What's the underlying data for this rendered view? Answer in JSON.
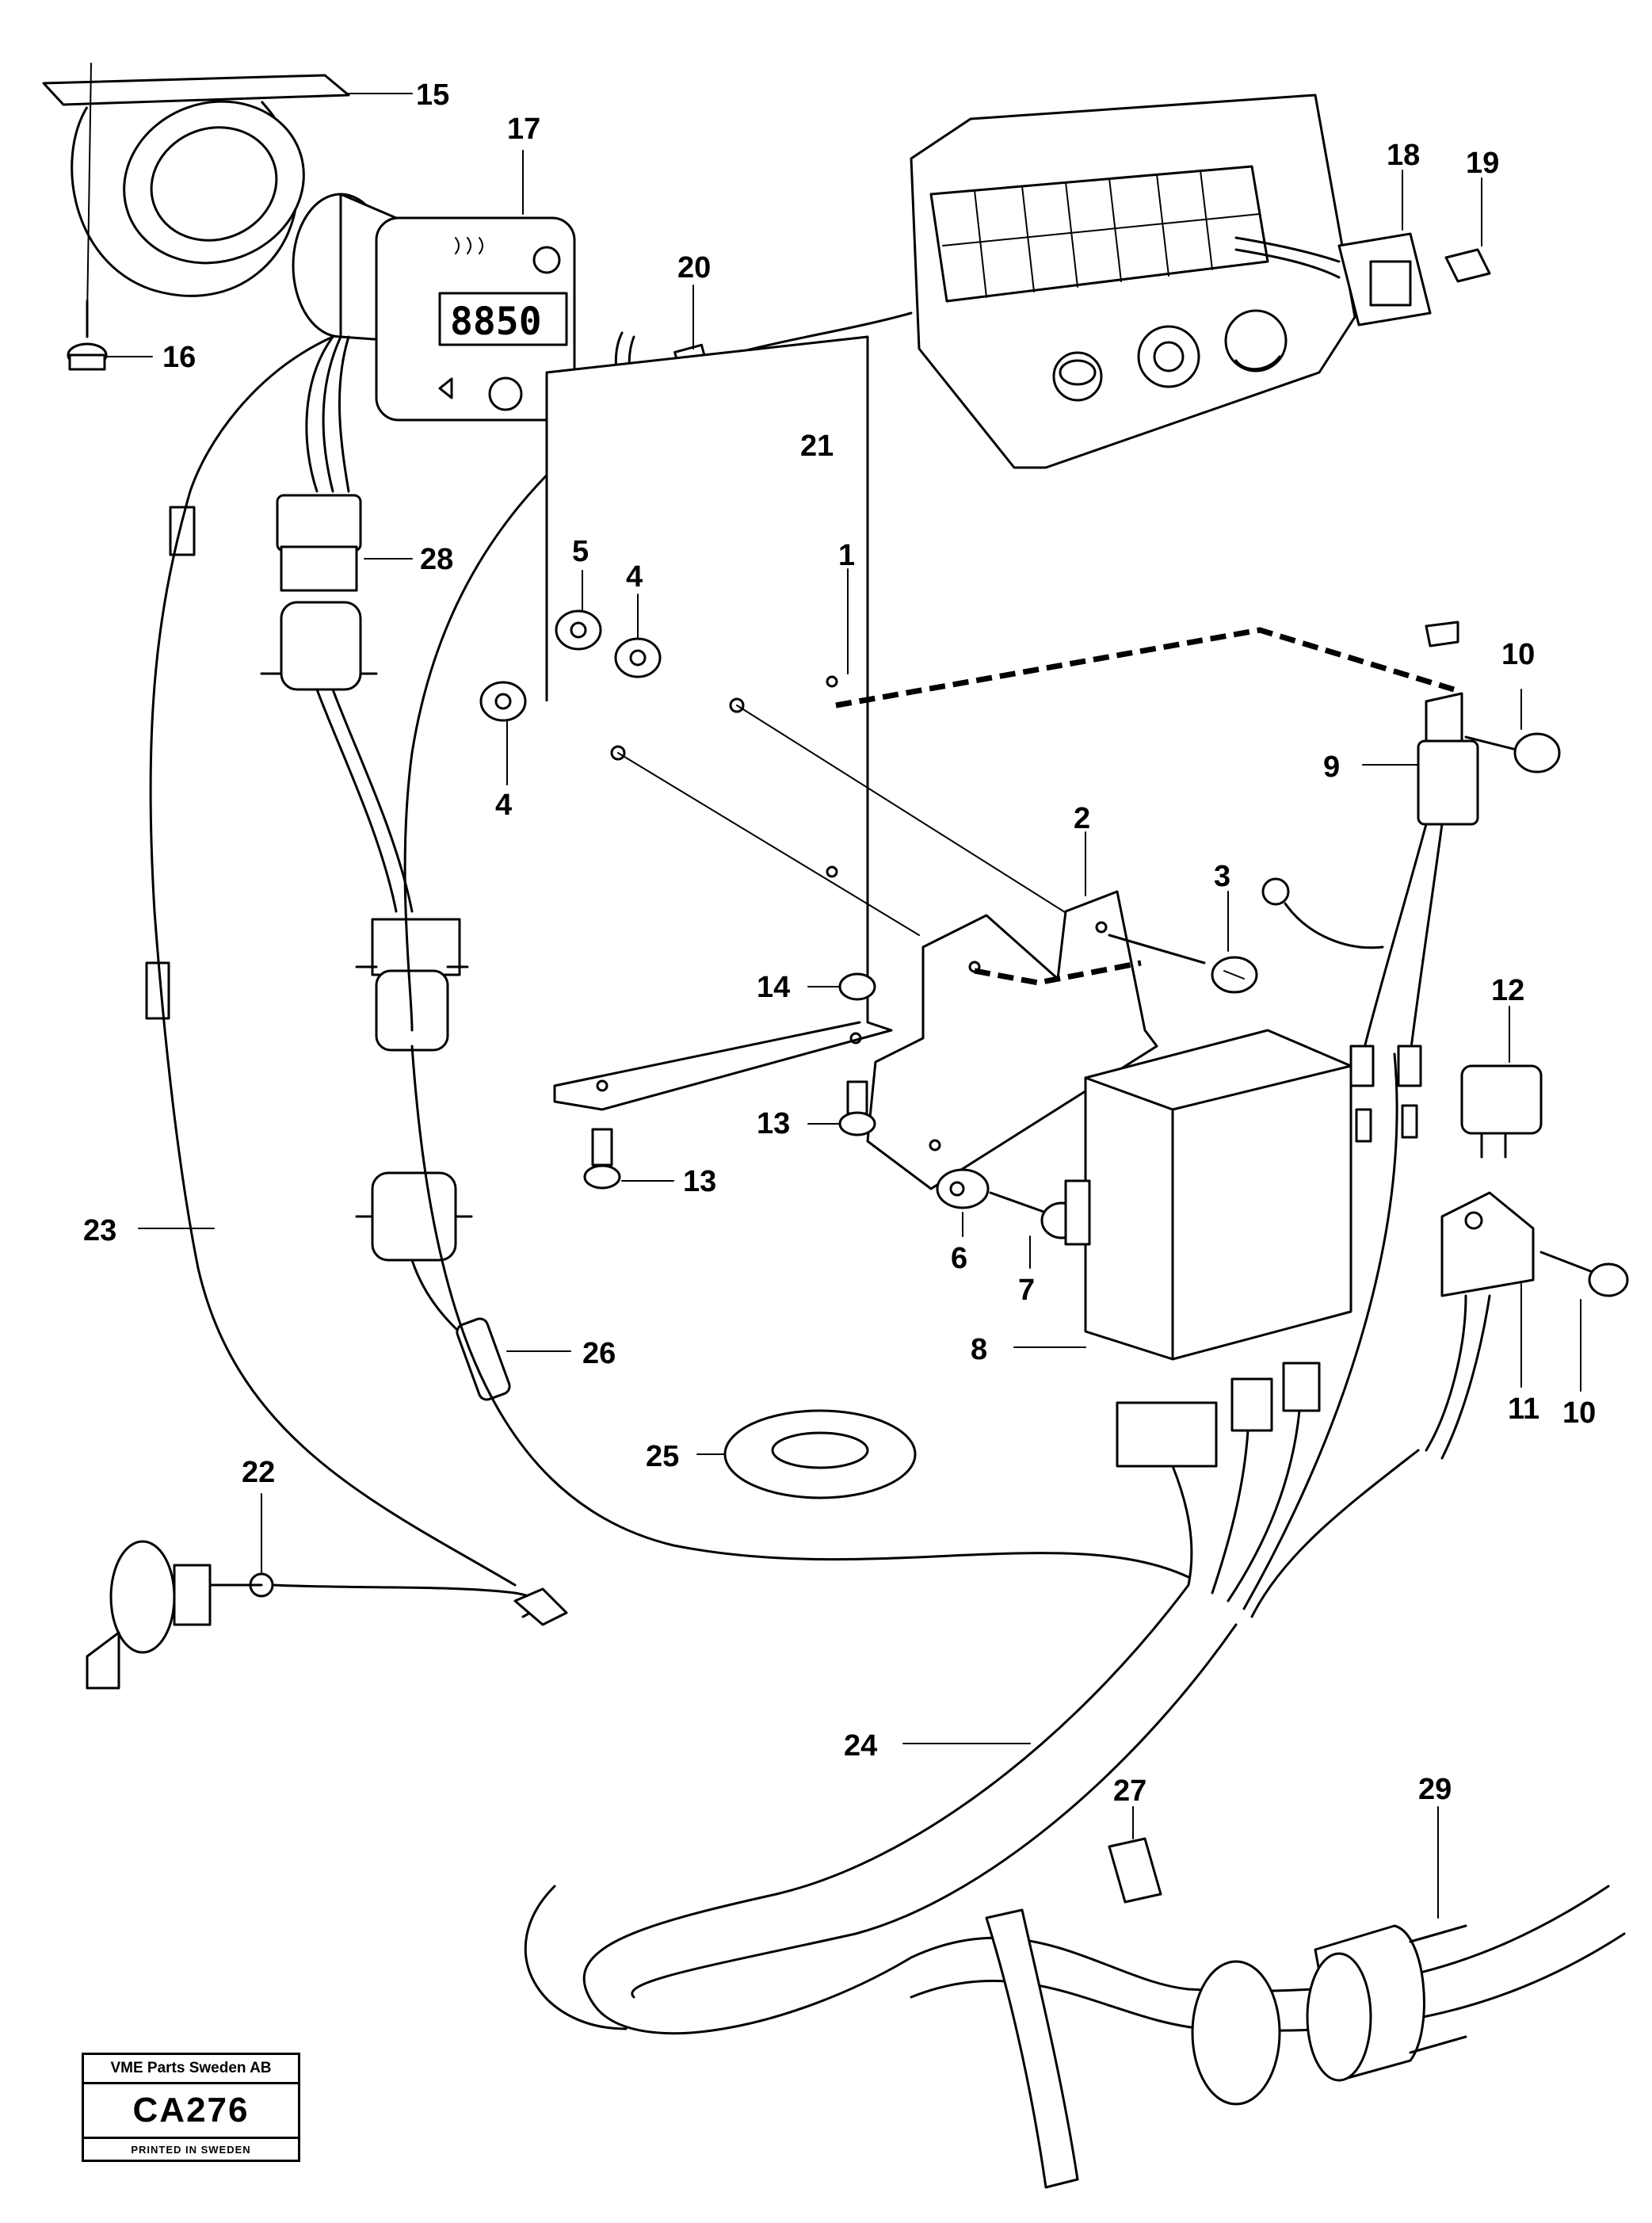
{
  "callouts": [
    "1",
    "2",
    "3",
    "4",
    "4",
    "5",
    "6",
    "7",
    "8",
    "9",
    "10",
    "10",
    "11",
    "12",
    "13",
    "13",
    "14",
    "15",
    "16",
    "17",
    "18",
    "19",
    "20",
    "21",
    "22",
    "23",
    "24",
    "25",
    "26",
    "27",
    "28",
    "29"
  ],
  "stamp": {
    "company": "VME Parts Sweden AB",
    "code": "CA276",
    "printed": "PRINTED IN SWEDEN"
  },
  "timer_display": "8850"
}
